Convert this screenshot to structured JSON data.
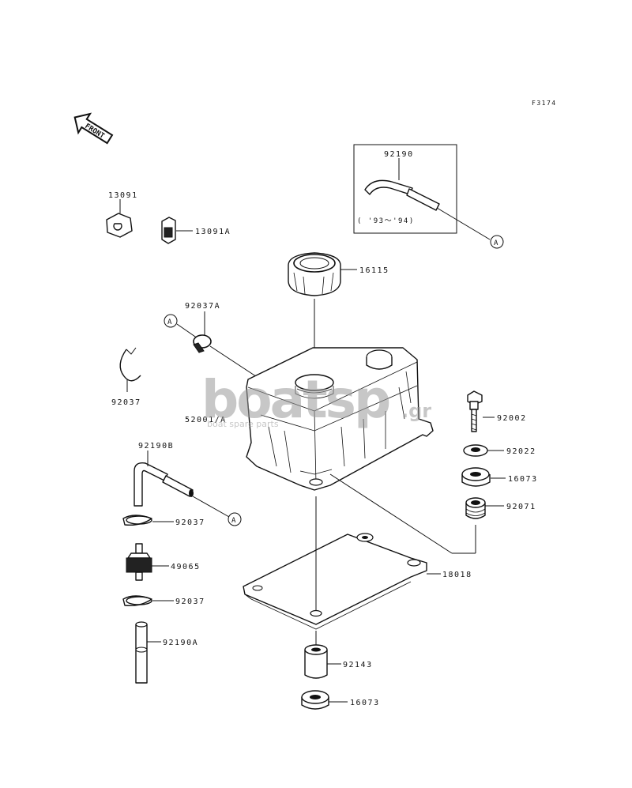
{
  "figure_code": "F3174",
  "front_label": "FRONT",
  "inset_note": "( '93～'94)",
  "ref_marker": "A",
  "watermark": {
    "logo_text": "boatsp.gr",
    "tagline": "boat spare parts"
  },
  "parts": {
    "p13091": "13091",
    "p13091A": "13091A",
    "p92190": "92190",
    "p16115": "16115",
    "p92037A": "92037A",
    "p92037_top": "92037",
    "p52001A": "52001/A",
    "p92002": "92002",
    "p92022": "92022",
    "p16073_right": "16073",
    "p92071": "92071",
    "p92190B": "92190B",
    "p92037_mid": "92037",
    "p49065": "49065",
    "p92037_low": "92037",
    "p92190A": "92190A",
    "p18018": "18018",
    "p92143": "92143",
    "p16073_bottom": "16073"
  }
}
